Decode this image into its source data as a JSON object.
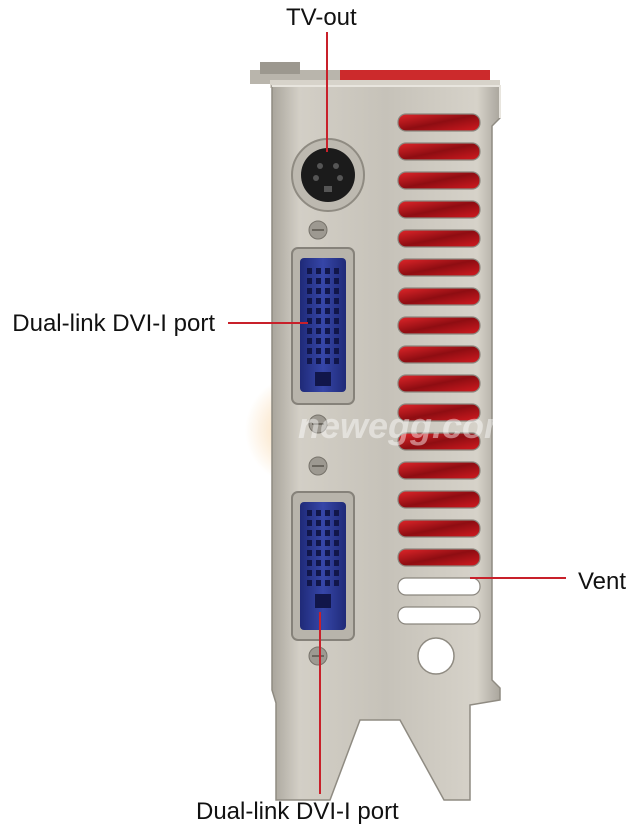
{
  "labels": {
    "tv_out": "TV-out",
    "dvi_top": "Dual-link DVI-I port",
    "vent": "Vent",
    "dvi_bottom": "Dual-link DVI-I port"
  },
  "watermark": "newegg.com",
  "colors": {
    "leader_line": "#c8202a",
    "bracket_metal": "#c4c0b6",
    "vent_red": "#c8141c",
    "dvi_blue": "#2a3690"
  }
}
